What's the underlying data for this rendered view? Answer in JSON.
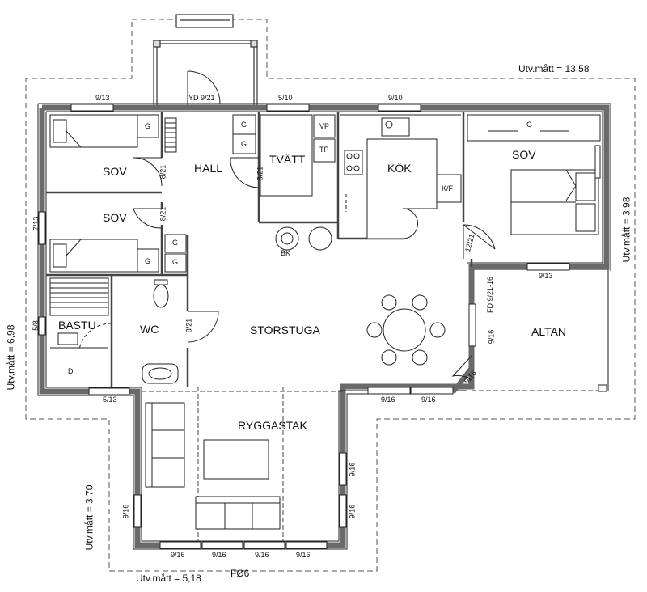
{
  "rooms": {
    "sov1": "SOV",
    "sov2": "SOV",
    "hall": "HALL",
    "tvatt": "TVÄTT",
    "kok": "KÖK",
    "sov3": "SOV",
    "bastu": "BASTU",
    "wc": "WC",
    "storstuga": "STORSTUGA",
    "altan": "ALTAN",
    "ryggastak": "RYGGASTAK"
  },
  "measurements": {
    "top": "Utv.mått = 13,58",
    "right": "Utv.mått = 3,98",
    "left": "Utv.mått = 6,98",
    "left_lower": "Utv.mått = 3,70",
    "bottom": "Utv.mått = 5,18",
    "fo": "FØ6"
  },
  "window_labels": {
    "w_top_left": "9/13",
    "w_hall_door": "YD 9/21",
    "w_tvatt": "5/10",
    "w_kok": "9/10",
    "w_left_side": "7/13",
    "w_bastu_side": "5/8",
    "w_bastu_bottom": "5/13",
    "w_right_sov": "9/13",
    "w_altan_door": "FD 9/21-16",
    "w_altan_side": "9/16",
    "w_diag": "9/16",
    "w_bottom_1": "9/16",
    "w_bottom_2": "9/16",
    "w_ryg_right_1": "9/16",
    "w_ryg_right_2": "9/16",
    "w_ryg_left": "9/16",
    "w_ryg_bottom_1": "9/16",
    "w_ryg_bottom_2": "9/16",
    "w_ryg_bottom_3": "9/16",
    "w_ryg_bottom_4": "9/16"
  },
  "door_labels": {
    "d_sov1": "8/21",
    "d_sov2": "8/21",
    "d_tvatt": "8/21",
    "d_wc": "8/21",
    "d_sov3": "12/21"
  },
  "fixtures": {
    "g": "G",
    "vp": "VP",
    "tp": "TP",
    "kf": "K/F",
    "bk": "BK",
    "d": "D"
  }
}
